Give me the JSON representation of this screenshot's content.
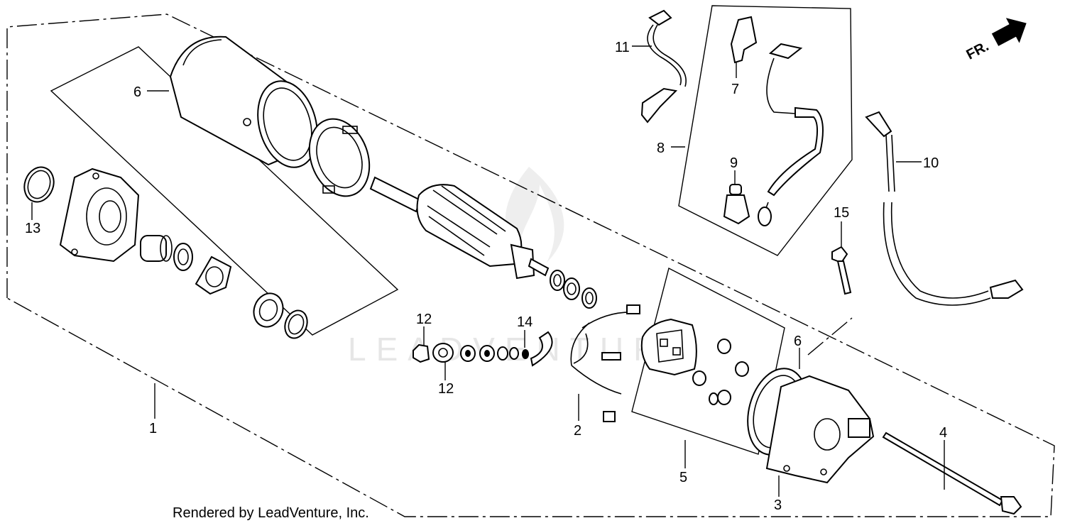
{
  "diagram": {
    "callouts": {
      "c1": "1",
      "c2": "2",
      "c3": "3",
      "c4": "4",
      "c5": "5",
      "c6a": "6",
      "c6b": "6",
      "c7": "7",
      "c8": "8",
      "c9": "9",
      "c10": "10",
      "c11": "11",
      "c12a": "12",
      "c12b": "12",
      "c13": "13",
      "c14": "14",
      "c15": "15"
    },
    "direction_label": "FR.",
    "watermark": "LEADVENTURE",
    "credit": "Rendered by LeadVenture, Inc."
  },
  "colors": {
    "line": "#000000",
    "background": "#ffffff",
    "watermark": "#e6e6e6"
  }
}
